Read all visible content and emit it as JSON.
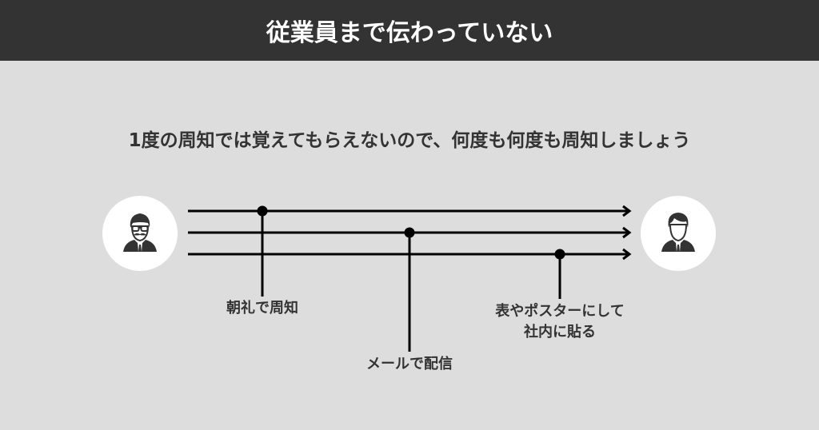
{
  "header": {
    "title": "従業員まで伝わっていない"
  },
  "subtitle": "1度の周知では覚えてもらえないので、何度も何度も周知しましょう",
  "diagram": {
    "sender_icon": "manager-with-glasses-mustache-icon",
    "receiver_icon": "employee-icon",
    "channels": [
      {
        "label": "朝礼で周知"
      },
      {
        "label": "メールで配信"
      },
      {
        "label_line1": "表やポスターにして",
        "label_line2": "社内に貼る"
      }
    ],
    "colors": {
      "header_bg": "#333333",
      "background": "#dddddd",
      "line": "#000000",
      "text": "#333333",
      "avatar_bg": "#ffffff"
    }
  }
}
